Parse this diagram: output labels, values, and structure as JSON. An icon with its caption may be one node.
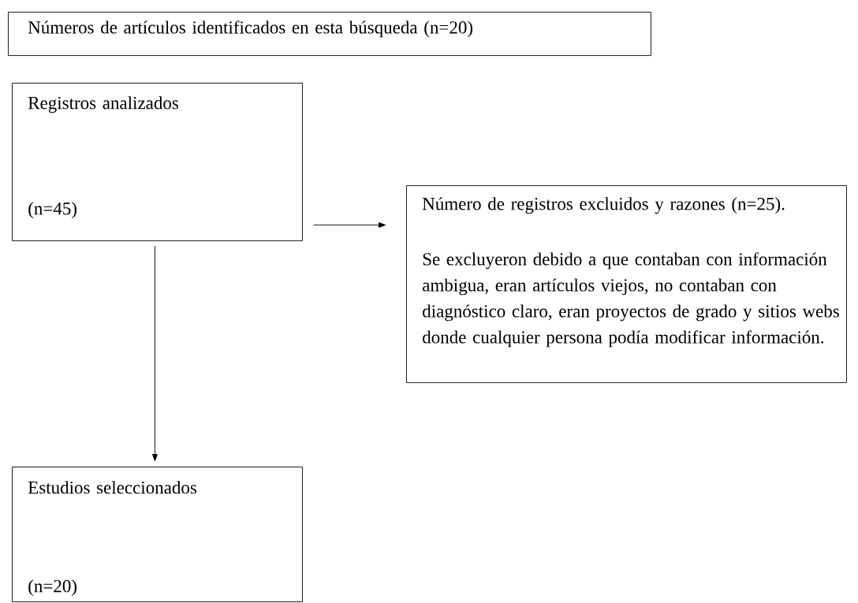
{
  "diagram": {
    "nodes": [
      {
        "text": [
          "Números de artículos identificados en esta búsqueda (n=20)"
        ]
      },
      {
        "text": [
          "Registros analizados",
          "(n=45)"
        ]
      },
      {
        "text": [
          "Número de registros excluidos y razones (n=25).",
          "Se excluyeron debido a que contaban con información ambigua, eran artículos viejos, no contaban con diagnóstico claro, eran proyectos de grado y sitios webs donde cualquier persona podía modificar información."
        ]
      },
      {
        "text": [
          "Estudios seleccionados",
          "(n=20)"
        ]
      }
    ],
    "edges": [
      {
        "from": 1,
        "to": 2,
        "arrow": "to"
      },
      {
        "from": 1,
        "to": 3,
        "arrow": "to"
      }
    ]
  }
}
